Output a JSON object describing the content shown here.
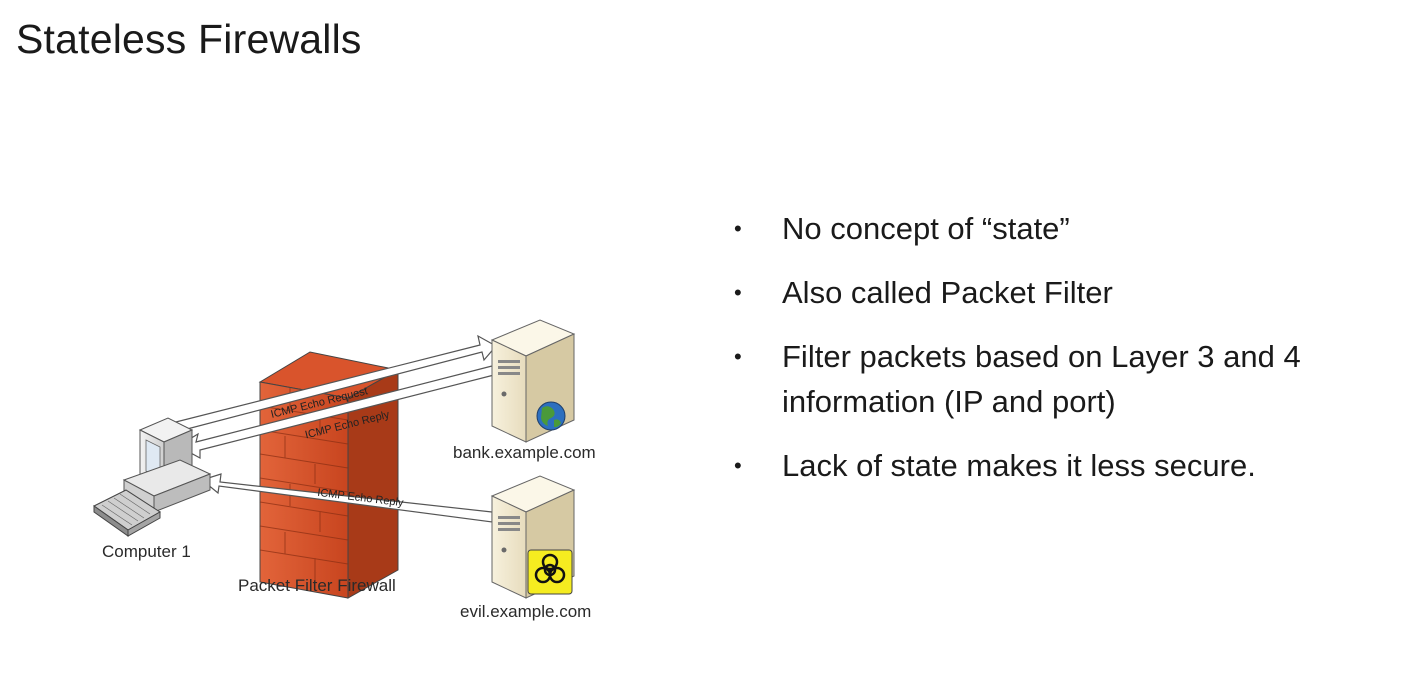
{
  "slide": {
    "title": "Stateless Firewalls"
  },
  "diagram": {
    "arrows": {
      "request": "ICMP Echo Request",
      "reply_bank": "ICMP Echo Reply",
      "reply_evil": "ICMP Echo Reply"
    },
    "nodes": {
      "computer": "Computer 1",
      "firewall": "Packet Filter Firewall",
      "bank_server": "bank.example.com",
      "evil_server": "evil.example.com"
    }
  },
  "bullets": [
    "No concept of “state”",
    "Also called Packet Filter",
    "Filter packets based on Layer 3 and 4 information (IP and port)",
    "Lack of state makes it less secure."
  ],
  "bullet_marker": "•"
}
